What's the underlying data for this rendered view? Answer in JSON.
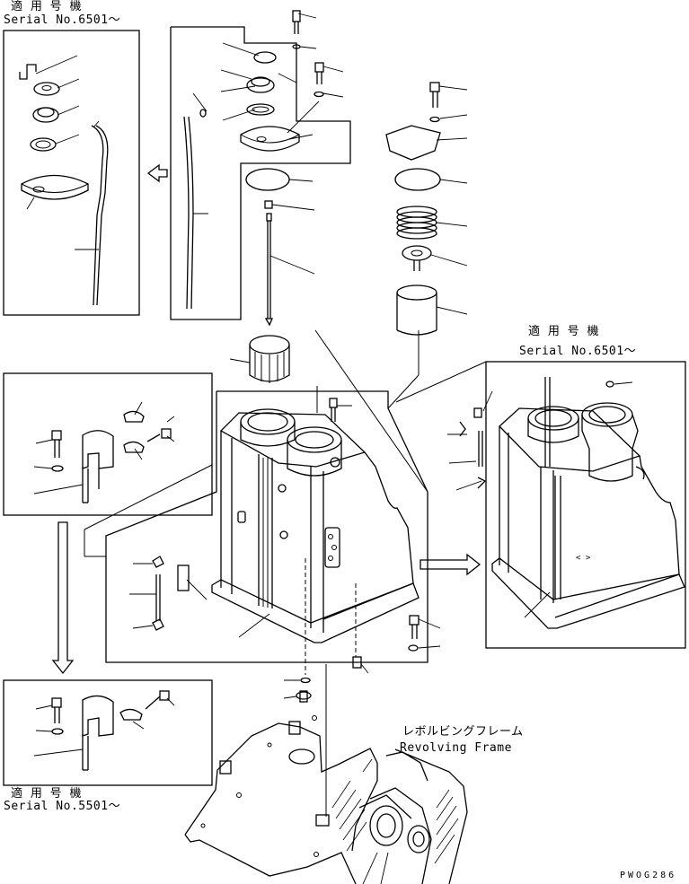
{
  "labels": {
    "top_left_applicable": "適 用 号 機",
    "top_left_serial": "Serial No.6501～",
    "right_applicable": "適 用 号 機",
    "right_serial": "Serial No.6501～",
    "bottom_left_applicable": "適 用 号 機",
    "bottom_left_serial": "Serial No.5501～",
    "frame_jp": "レボルビングフレーム",
    "frame_en": "Revolving Frame",
    "drawing_code": "PWOG286"
  },
  "icons": {
    "arrow_left": "hollow-arrow-left-icon",
    "arrow_right": "hollow-arrow-right-icon",
    "arrow_down": "hollow-arrow-down-icon"
  }
}
